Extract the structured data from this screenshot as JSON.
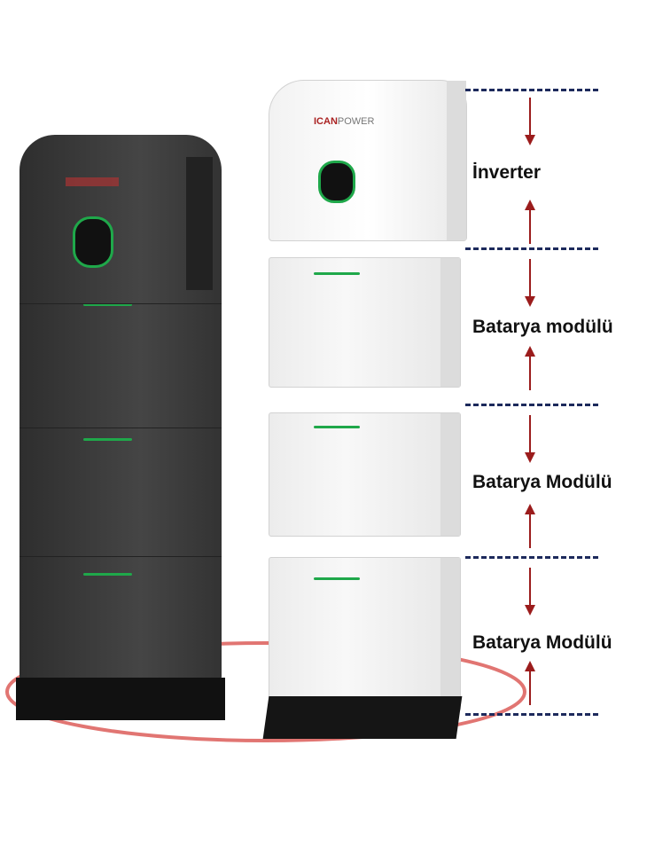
{
  "brand_logo": "ICAN POWER",
  "labels": {
    "inverter": "İnverter",
    "battery1": "Batarya modülü",
    "battery2": "Batarya Modülü",
    "battery3": "Batarya Modülü"
  },
  "colors": {
    "dash": "#1d2a5c",
    "arrow": "#9b1c1c",
    "ring": "#d9534f",
    "led": "#1fa84a",
    "tower": "#3a3a3a"
  }
}
